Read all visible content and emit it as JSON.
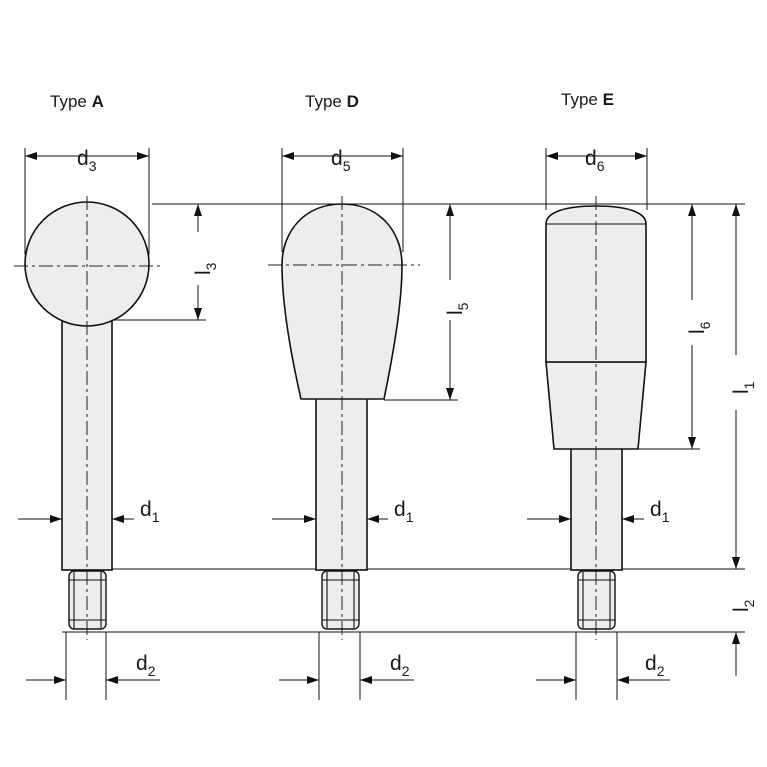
{
  "types": [
    {
      "prefix": "Type ",
      "letter": "A"
    },
    {
      "prefix": "Type ",
      "letter": "D"
    },
    {
      "prefix": "Type ",
      "letter": "E"
    }
  ],
  "dimensions": {
    "d1": {
      "main": "d",
      "sub": "1"
    },
    "d2": {
      "main": "d",
      "sub": "2"
    },
    "d3": {
      "main": "d",
      "sub": "3"
    },
    "d5": {
      "main": "d",
      "sub": "5"
    },
    "d6": {
      "main": "d",
      "sub": "6"
    },
    "l1": {
      "main": "l",
      "sub": "1"
    },
    "l2": {
      "main": "l",
      "sub": "2"
    },
    "l3": {
      "main": "l",
      "sub": "3"
    },
    "l5": {
      "main": "l",
      "sub": "5"
    },
    "l6": {
      "main": "l",
      "sub": "6"
    }
  },
  "colors": {
    "fill": "#ededed",
    "line": "#111111",
    "background": "#ffffff"
  }
}
